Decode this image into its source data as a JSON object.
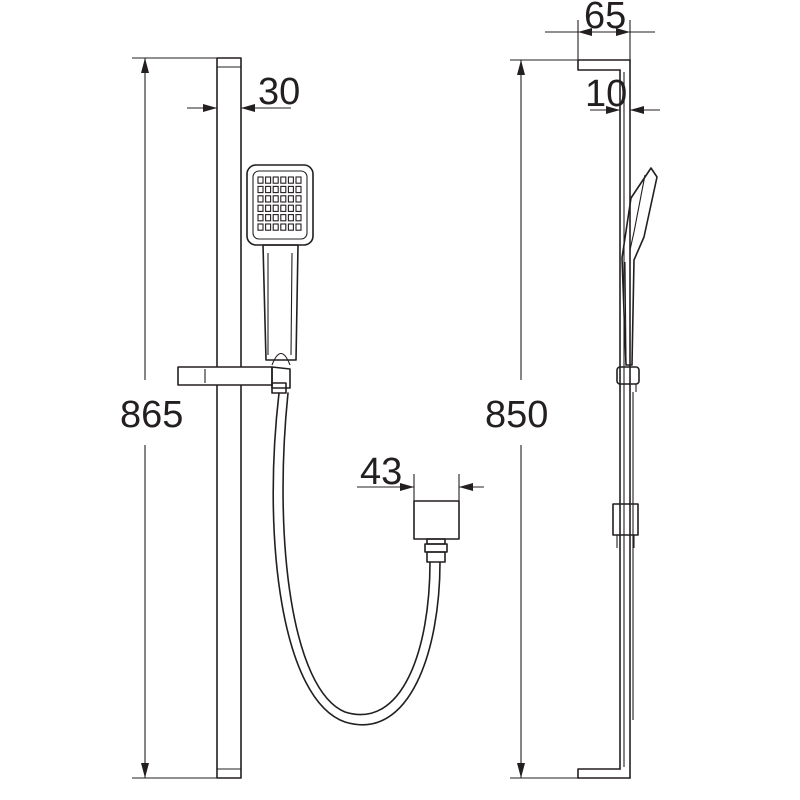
{
  "dimensions": {
    "total_height_front": "865",
    "total_height_side": "850",
    "rail_width": "30",
    "wall_projection": "65",
    "rail_depth": "10",
    "outlet_width": "43"
  },
  "colors": {
    "line": "#231f20",
    "background": "#ffffff"
  }
}
